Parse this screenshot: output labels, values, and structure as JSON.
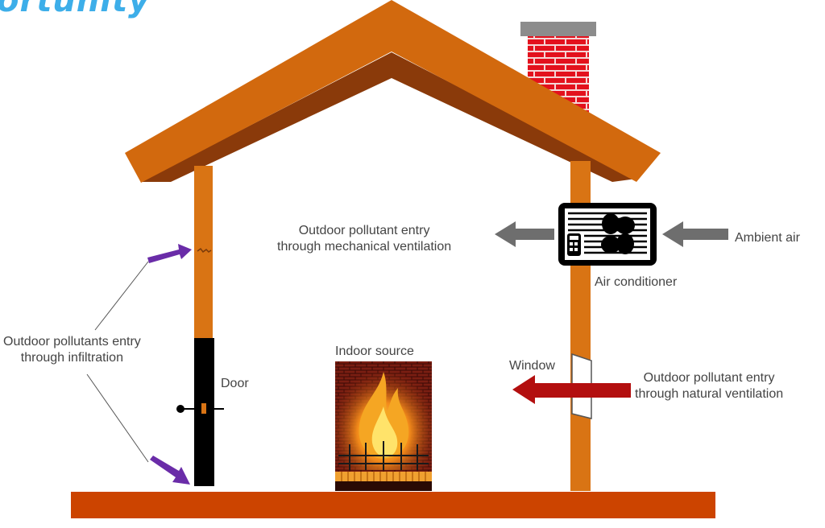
{
  "title": "ortunity",
  "labels": {
    "mechanical_line1": "Outdoor pollutant  entry",
    "mechanical_line2": "through mechanical ventilation",
    "ambient_air": "Ambient air",
    "air_conditioner": "Air conditioner",
    "infiltration_line1": "Outdoor pollutants  entry",
    "infiltration_line2": "through  infiltration",
    "indoor_source": "Indoor  source",
    "door": "Door",
    "window": "Window",
    "natural_line1": "Outdoor pollutant  entry",
    "natural_line2": "through  natural  ventilation"
  },
  "colors": {
    "title": "#3daee9",
    "roof": "#d2690e",
    "roof_shadow": "#8a3a0a",
    "wall": "#d97414",
    "floor": "#cc4400",
    "chimney_brick": "#e3111d",
    "chimney_cap": "#8c8c8c",
    "door": "#000000",
    "infiltration_arrow": "#6a2ca8",
    "mechanical_arrow": "#6e6e6e",
    "natural_arrow": "#b30f0f",
    "text": "#444444"
  }
}
